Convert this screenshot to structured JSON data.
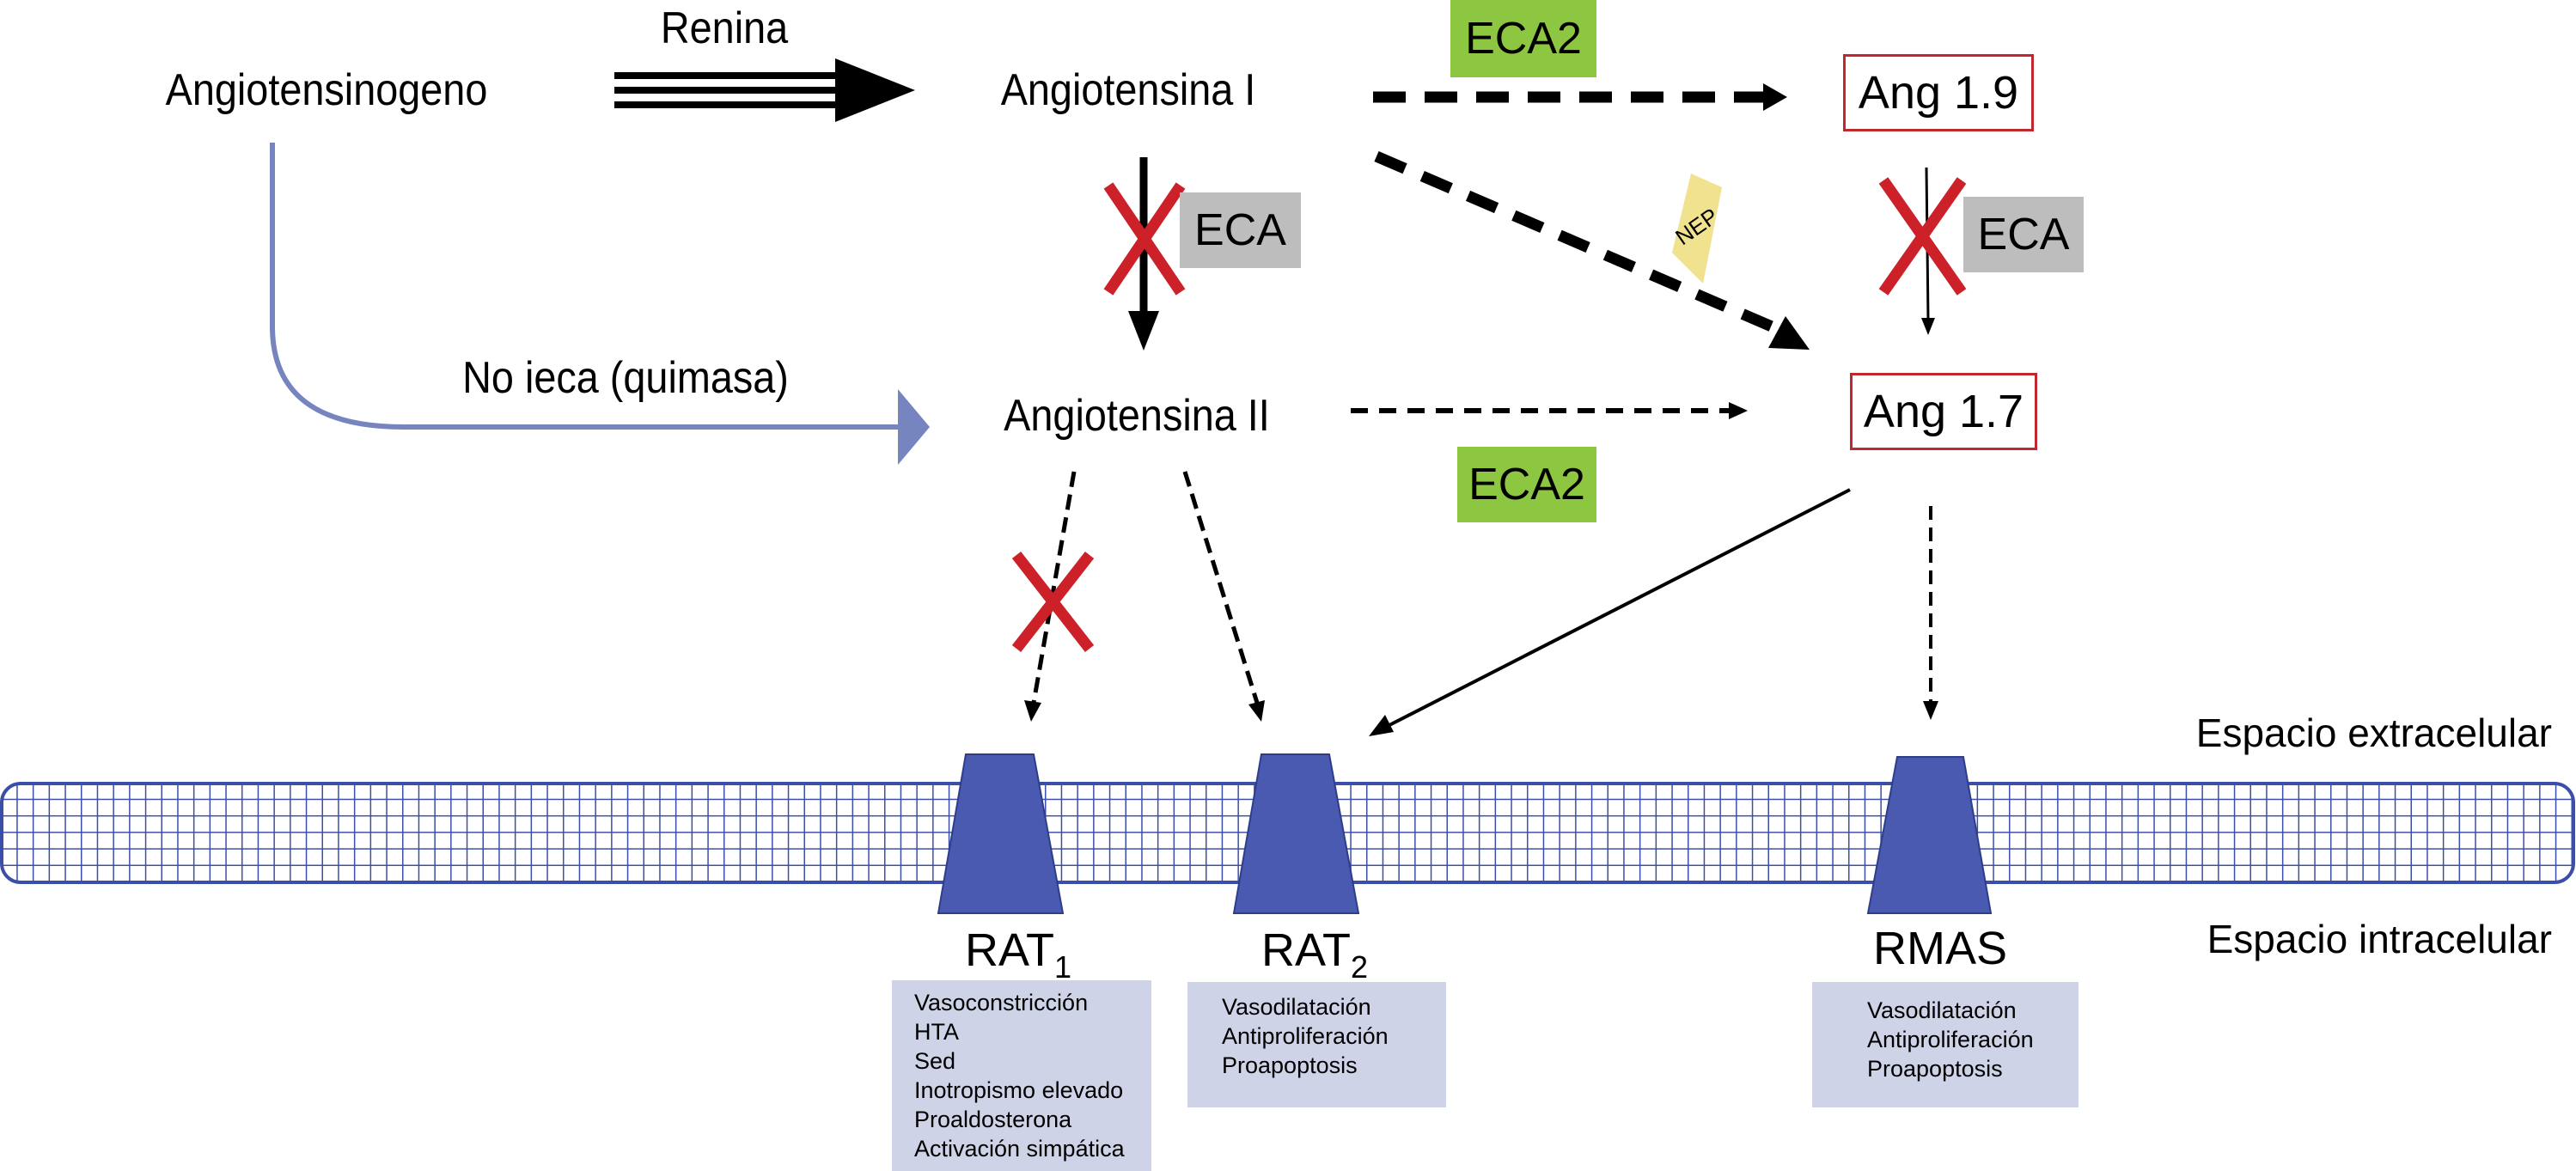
{
  "nodes": {
    "angiotensinogeno": "Angiotensinogeno",
    "angiotensina_i": "Angiotensina I",
    "angiotensina_ii": "Angiotensina II",
    "ang_1_9": "Ang 1.9",
    "ang_1_7": "Ang 1.7"
  },
  "enzymes": {
    "renina": "Renina",
    "eca2_top": "ECA2",
    "eca2_bottom": "ECA2",
    "eca_left": "ECA",
    "eca_right": "ECA",
    "nep": "NEP",
    "no_ieca": "No ieca (quimasa)"
  },
  "receptors": [
    {
      "name": "RAT",
      "sub": "1",
      "effects": [
        "Vasoconstricción",
        "HTA",
        "Sed",
        "Inotropismo elevado",
        "Proaldosterona",
        "Activación simpática"
      ]
    },
    {
      "name": "RAT",
      "sub": "2",
      "effects": [
        "Vasodilatación",
        "Antiproliferación",
        "Proapoptosis"
      ]
    },
    {
      "name": "RMAS",
      "sub": "",
      "effects": [
        "Vasodilatación",
        "Antiproliferación",
        "Proapoptosis"
      ]
    }
  ],
  "spaces": {
    "extracellular": "Espacio extracelular",
    "intracellular": "Espacio intracelular"
  },
  "colors": {
    "blocked": "#cc2128",
    "membrane": "#3b4ea8",
    "receptor": "#4a5ab0",
    "eca2": "#8dc641",
    "eca": "#bdbdbd",
    "nep": "#f0e28e",
    "chymase_path": "#7684c0",
    "effects_bg": "#cfd3e8",
    "product_border": "#c0282e"
  }
}
